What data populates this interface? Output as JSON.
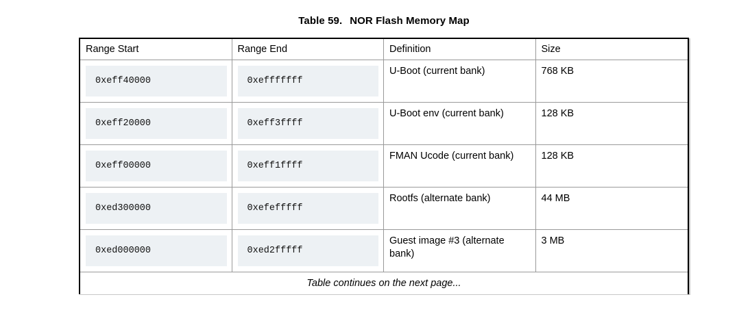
{
  "title": {
    "label": "Table 59.",
    "name": "NOR Flash Memory Map"
  },
  "table": {
    "columns": [
      "Range Start",
      "Range End",
      "Definition",
      "Size"
    ],
    "rows": [
      {
        "range_start": "0xeff40000",
        "range_end": "0xefffffff",
        "definition": "U-Boot (current bank)",
        "size": "768 KB"
      },
      {
        "range_start": "0xeff20000",
        "range_end": "0xeff3ffff",
        "definition": "U-Boot env (current bank)",
        "size": "128 KB"
      },
      {
        "range_start": "0xeff00000",
        "range_end": "0xeff1ffff",
        "definition": "FMAN Ucode (current bank)",
        "size": "128 KB"
      },
      {
        "range_start": "0xed300000",
        "range_end": "0xefefffff",
        "definition": "Rootfs (alternate bank)",
        "size": "44 MB"
      },
      {
        "range_start": "0xed000000",
        "range_end": "0xed2fffff",
        "definition": "Guest image #3 (alternate bank)",
        "size": "3 MB"
      }
    ],
    "footer": "Table continues on the next page..."
  },
  "colors": {
    "code_chip_background": "#edf1f4",
    "outer_border": "#000000",
    "inner_border": "#999999"
  }
}
